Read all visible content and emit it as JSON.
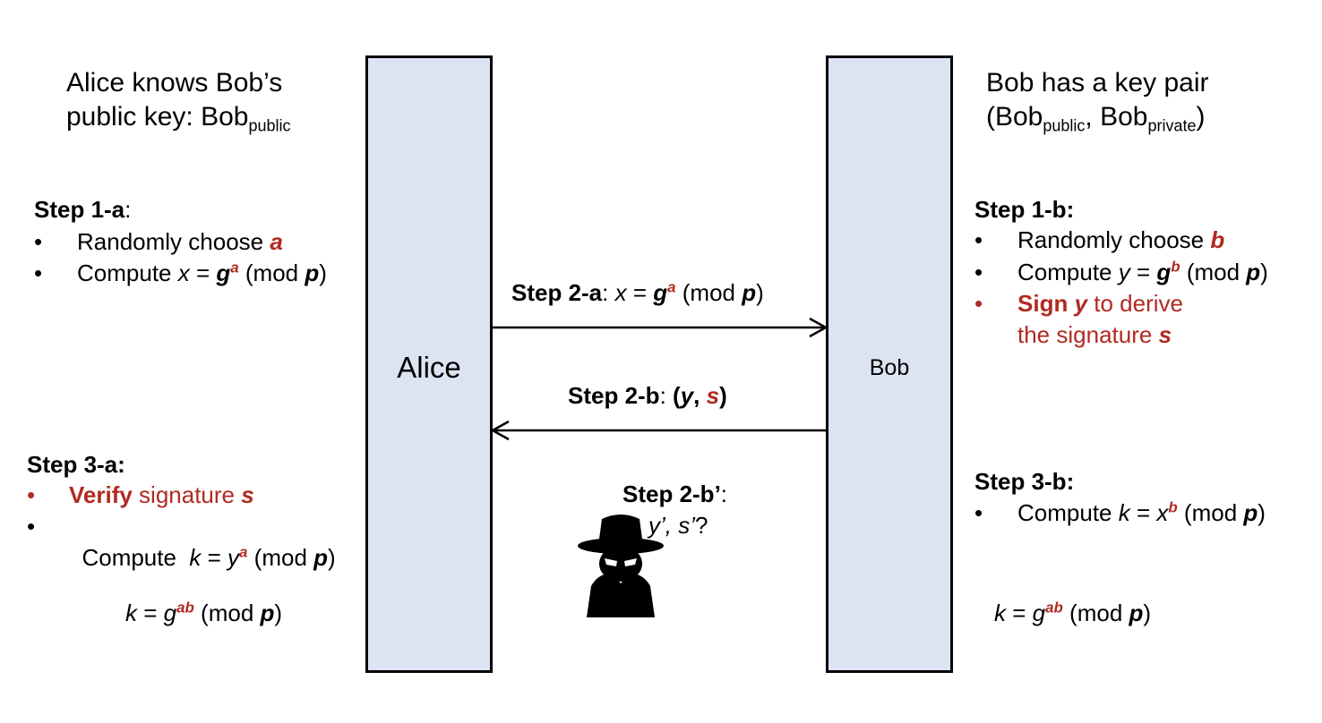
{
  "colors": {
    "accent": "#b12a22",
    "column_fill": "#dce3f3"
  },
  "alice": {
    "column_label": "Alice",
    "knows_line1": "Alice knows Bob’s",
    "knows_line2_prefix": "public key: Bob",
    "knows_line2_sub": "public",
    "step1": {
      "heading": "Step 1-a",
      "heading_suffix": ":",
      "item1_text": "Randomly choose ",
      "item1_var": "a",
      "item2_prefix": "Compute ",
      "item2_x": "x",
      "item2_eq": " = ",
      "item2_g": "g",
      "item2_exp": "a",
      "item2_mod": " (mod ",
      "item2_p": "p",
      "item2_close": ")"
    },
    "step3": {
      "heading": "Step 3-a:",
      "item1_bold": "Verify",
      "item1_rest": " signature ",
      "item1_var": "s",
      "item2_prefix": "Compute  ",
      "item2_k": "k",
      "item2_eq": " = ",
      "item2_y": "y",
      "item2_exp": "a",
      "item2_mod": " (mod ",
      "item2_p": "p",
      "item2_close": ")"
    },
    "result": {
      "k": "k",
      "eq": " = ",
      "g": "g",
      "exp": "ab",
      "mod": " (mod ",
      "p": "p",
      "close": ")"
    }
  },
  "bob": {
    "column_label": "Bob",
    "has_line1": "Bob has a key pair",
    "has_line2_open": "(Bob",
    "has_line2_sub1": "public",
    "has_line2_mid": ", Bob",
    "has_line2_sub2": "private",
    "has_line2_close": ")",
    "step1": {
      "heading": "Step 1-b:",
      "item1_text": "Randomly choose ",
      "item1_var": "b",
      "item2_prefix": "Compute ",
      "item2_y": "y",
      "item2_eq": " = ",
      "item2_g": "g",
      "item2_exp": "b",
      "item2_mod": " (mod ",
      "item2_p": "p",
      "item2_close": ")",
      "item3_bold_sign": "Sign ",
      "item3_bold_y": "y",
      "item3_rest": " to derive",
      "item3_line2": "the signature ",
      "item3_var": "s"
    },
    "step3": {
      "heading": "Step 3-b:",
      "item1_prefix": "Compute ",
      "item1_k": "k",
      "item1_eq": " = ",
      "item1_x": "x",
      "item1_exp": "b",
      "item1_mod": " (mod ",
      "item1_p": "p",
      "item1_close": ")"
    },
    "result": {
      "k": "k",
      "eq": " = ",
      "g": "g",
      "exp": "ab",
      "mod": " (mod ",
      "p": "p",
      "close": ")"
    }
  },
  "messages": {
    "step2a": {
      "heading": "Step 2-a",
      "colon": ": ",
      "x": "x",
      "eq": " = ",
      "g": "g",
      "exp": "a",
      "mod": " (mod ",
      "p": "p",
      "close": ")"
    },
    "step2b": {
      "heading": "Step 2-b",
      "colon": ": ",
      "open": "(",
      "y": "y",
      "comma": ", ",
      "s": "s",
      "close": ")"
    },
    "step2b_attack": {
      "heading": "Step 2-b’",
      "colon": ":",
      "line2": "y’, s’",
      "q": "?"
    }
  },
  "bullet_glyph": "•",
  "icons": {
    "attacker": "spy-icon"
  }
}
